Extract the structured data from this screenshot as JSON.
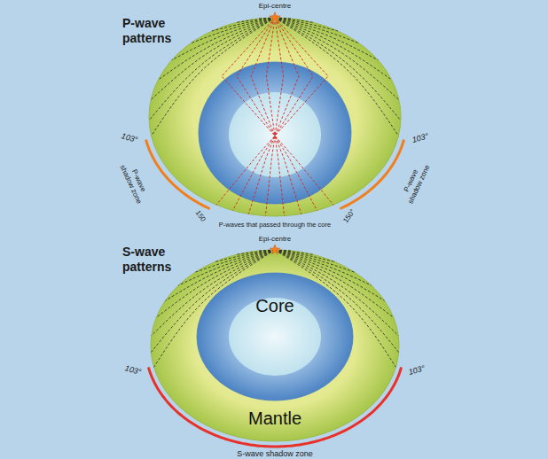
{
  "diagram": {
    "nodes": [
      {
        "text": [
          "Mantle"
        ]
      },
      {
        "text": [
          "Core"
        ],
        "in": 0
      }
    ],
    "labels": [
      "P-wave patterns",
      "Epi-centre",
      "103°",
      "P-wave shadow zone",
      "150",
      "103°",
      "P-wave shadow zone",
      "150°",
      "P-waves that passed through the core",
      "S-wave patterns",
      "Epi-centre",
      "103°",
      "103°",
      "S-wave shadow zone"
    ]
  }
}
